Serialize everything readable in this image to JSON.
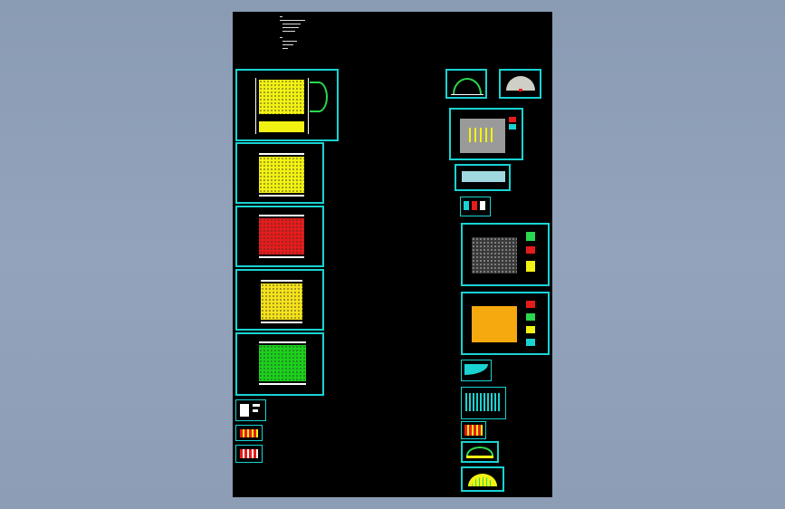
{
  "colors": {
    "desktop": "#8f9fb8",
    "sheet": "#000000",
    "frame": "#19d3d3",
    "yellow": "#f2f212",
    "red": "#e61b1b",
    "green": "#1bd11b",
    "orange": "#f5a90f",
    "gray": "#9a9a9a"
  },
  "drawing": {
    "left_column": [
      "yellow-plan",
      "yellow-plan-2",
      "red-plan",
      "yellow-plan-3",
      "green-plan",
      "legend-block",
      "schedule-block",
      "detail-block"
    ],
    "right_column": [
      "arch-elevation",
      "dome-elevation",
      "gray-plan",
      "cyan-strip",
      "small-details",
      "dot-plan",
      "orange-plan",
      "curve-detail",
      "fan-detail",
      "bars-detail",
      "arch-detail",
      "dome-detail"
    ]
  }
}
